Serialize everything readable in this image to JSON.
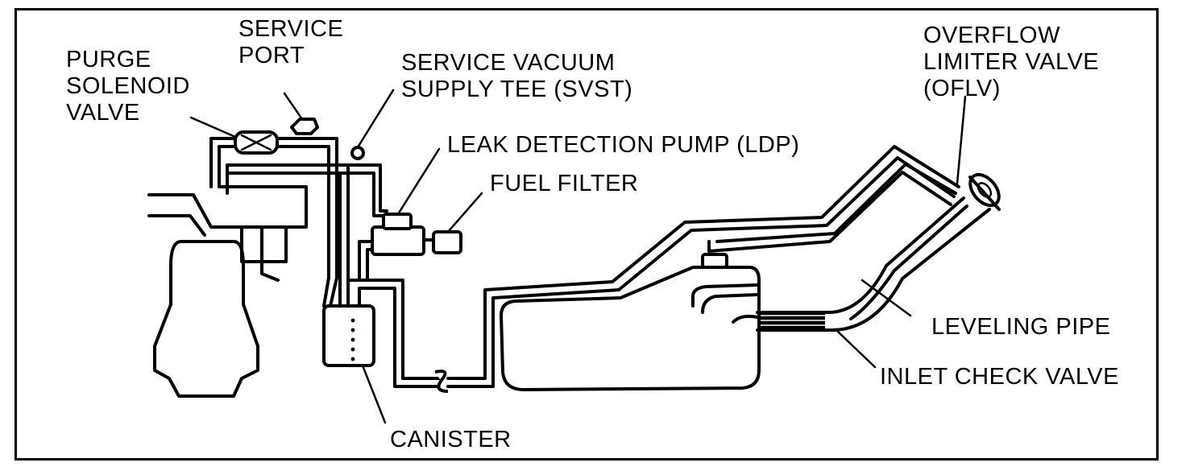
{
  "labels": {
    "service_port": [
      "SERVICE",
      "PORT"
    ],
    "purge_solenoid_valve": [
      "PURGE",
      "SOLENOID",
      "VALVE"
    ],
    "svst": [
      "SERVICE VACUUM",
      "SUPPLY TEE (SVST)"
    ],
    "ldp": "LEAK DETECTION PUMP (LDP)",
    "fuel_filter": "FUEL FILTER",
    "oflv": [
      "OVERFLOW",
      "LIMITER VALVE",
      "(OFLV)"
    ],
    "leveling_pipe": "LEVELING PIPE",
    "inlet_check_valve": "INLET CHECK VALVE",
    "canister": "CANISTER"
  }
}
